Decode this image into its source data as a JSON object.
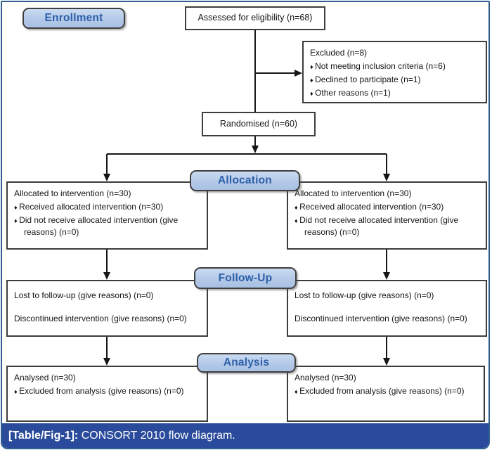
{
  "colors": {
    "stage_fill": "#b4c9e8",
    "stage_text": "#2d5fa9",
    "caption_bg": "#2a4b9b",
    "frame_border": "#2f608f",
    "box_border": "#3d3d3d",
    "arrow": "#161616"
  },
  "stages": {
    "enrollment": "Enrollment",
    "allocation": "Allocation",
    "followup": "Follow-Up",
    "analysis": "Analysis"
  },
  "boxes": {
    "assessed": {
      "text": "Assessed for eligibility (n=68)"
    },
    "excluded": {
      "title": "Excluded (n=8)",
      "items": [
        "Not meeting inclusion criteria (n=6)",
        "Declined to participate (n=1)",
        "Other reasons (n=1)"
      ]
    },
    "randomised": {
      "text": "Randomised (n=60)"
    },
    "allocation_left": {
      "title": "Allocated to intervention (n=30)",
      "items": [
        "Received allocated intervention (n=30)",
        "Did not receive allocated intervention (give reasons) (n=0)"
      ]
    },
    "allocation_right": {
      "title": "Allocated to intervention (n=30)",
      "items": [
        "Received allocated intervention (n=30)",
        "Did not receive allocated intervention (give reasons) (n=0)"
      ]
    },
    "followup_left": {
      "lines": [
        "Lost to follow-up (give reasons) (n=0)",
        "Discontinued intervention (give reasons) (n=0)"
      ]
    },
    "followup_right": {
      "lines": [
        "Lost to follow-up (give reasons) (n=0)",
        "Discontinued intervention (give reasons) (n=0)"
      ]
    },
    "analysis_left": {
      "title": "Analysed (n=30)",
      "items": [
        "Excluded from analysis (give reasons) (n=0)"
      ]
    },
    "analysis_right": {
      "title": "Analysed (n=30)",
      "items": [
        "Excluded from analysis (give reasons) (n=0)"
      ]
    }
  },
  "caption": {
    "label": "[Table/Fig-1]:",
    "text": " CONSORT 2010 flow diagram."
  }
}
